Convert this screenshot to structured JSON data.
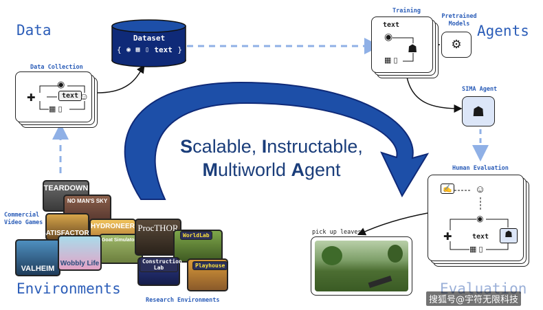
{
  "sections": {
    "data": "Data",
    "agents": "Agents",
    "environments": "Environments",
    "evaluation": "Evaluation"
  },
  "dataset": {
    "title": "Dataset",
    "text": "text"
  },
  "data_collection": {
    "label": "Data Collection",
    "text": "text"
  },
  "training": {
    "label": "Training",
    "text": "text"
  },
  "pretrained": {
    "label": "Pretrained Models"
  },
  "sima_agent": {
    "label": "SIMA Agent"
  },
  "human_evaluation": {
    "label": "Human Evaluation",
    "text": "text"
  },
  "central": {
    "line1": [
      {
        "cap": "S",
        "rest": "calable, "
      },
      {
        "cap": "I",
        "rest": "nstructable,"
      }
    ],
    "line2": [
      {
        "cap": "M",
        "rest": "ultiworld "
      },
      {
        "cap": "A",
        "rest": "gent"
      }
    ]
  },
  "environments": {
    "commercial_label": "Commercial Video Games",
    "research_label": "Research Environments",
    "games": [
      "TEARDOWN",
      "NO MAN'S SKY",
      "SATISFACTORY",
      "HYDRONEER",
      "Goat Simulator 3",
      "VALHEIM",
      "Wobbly Life"
    ],
    "research": [
      "ProcTHOR",
      "WorldLab",
      "Construction Lab",
      "Playhouse"
    ]
  },
  "instruction": "pick up leaves",
  "watermark": "搜狐号@宇符无限科技",
  "colors": {
    "accent": "#2b5db8",
    "arrow": "#1d4fa8",
    "dark_navy": "#0f2a78"
  }
}
